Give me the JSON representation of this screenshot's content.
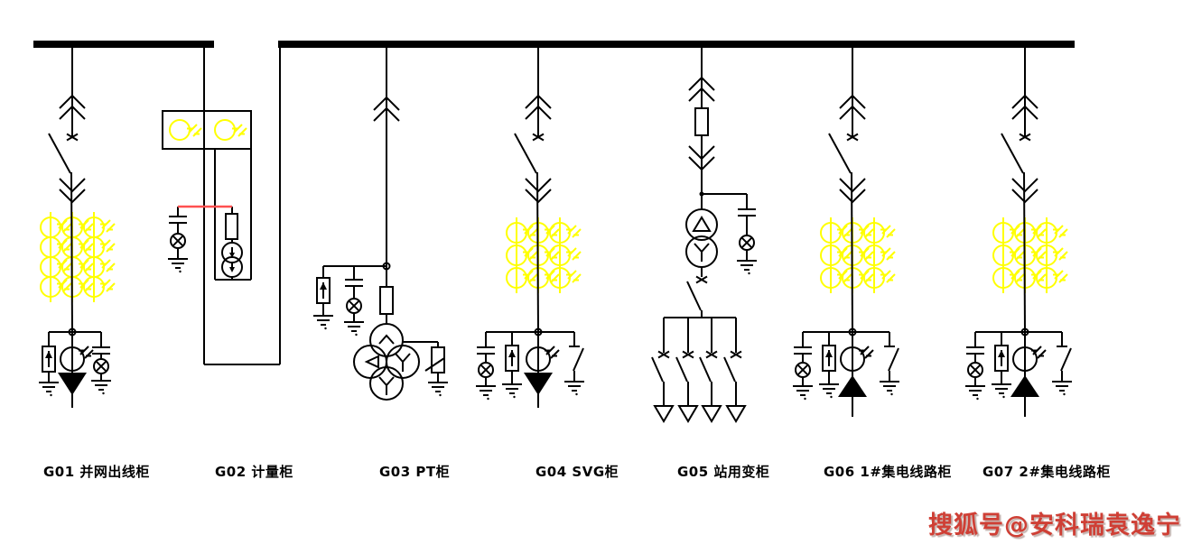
{
  "diagram": {
    "type": "single-line-electrical-diagram",
    "busbar": {
      "sections": 2,
      "description": "horizontal main bus, two segments joined through metering cabinet loop"
    },
    "colors": {
      "line": "#000000",
      "busbar": "#000000",
      "current_transformer": "#ffff00",
      "voltage_wire": "#ff5050",
      "watermark": "#cf3f35"
    },
    "cabinets": [
      {
        "id": "G01",
        "label": "G01 并网出线柜",
        "components": [
          "drawout-contacts",
          "circuit-breaker",
          "ct-grid-4x3",
          "surge-arrester",
          "meter",
          "cable-termination-down",
          "capacitor-indicator-lamp",
          "ground"
        ]
      },
      {
        "id": "G02",
        "label": "G02 计量柜",
        "components": [
          "metering-ct-pair",
          "pt-fuse",
          "potential-transformer",
          "voltage-indicator-lamp",
          "red-voltage-wire",
          "series-bus-loop"
        ]
      },
      {
        "id": "G03",
        "label": "G03 PT柜",
        "components": [
          "drawout-contacts",
          "surge-arrester",
          "capacitor-indicator-lamp",
          "fuse",
          "pt-cluster-4-windings",
          "damping-resistor",
          "ground"
        ]
      },
      {
        "id": "G04",
        "label": "G04 SVG柜",
        "components": [
          "drawout-contacts",
          "circuit-breaker",
          "ct-grid-3x3",
          "capacitor-indicator-lamp",
          "surge-arrester",
          "meter",
          "cable-termination-down",
          "earthing-switch"
        ]
      },
      {
        "id": "G05",
        "label": "G05 站用变柜",
        "components": [
          "drawout-contacts",
          "fuse",
          "capacitor-indicator-lamp",
          "delta-wye-transformer",
          "lv-switch",
          "lv-feeders-4"
        ]
      },
      {
        "id": "G06",
        "label": "G06 1#集电线路柜",
        "components": [
          "drawout-contacts",
          "circuit-breaker",
          "ct-grid-3x3",
          "capacitor-indicator-lamp",
          "surge-arrester",
          "meter",
          "cable-termination-up",
          "earthing-switch"
        ]
      },
      {
        "id": "G07",
        "label": "G07 2#集电线路柜",
        "components": [
          "drawout-contacts",
          "circuit-breaker",
          "ct-grid-3x3",
          "capacitor-indicator-lamp",
          "surge-arrester",
          "meter",
          "cable-termination-up",
          "earthing-switch"
        ]
      }
    ],
    "watermark": {
      "text": "搜狐号@安科瑞袁逸宁"
    }
  }
}
